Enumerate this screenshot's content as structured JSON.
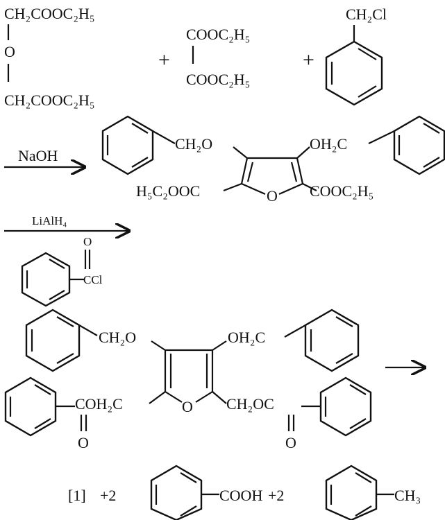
{
  "reactants": {
    "diester_top": "CH₂COOC₂H₅",
    "diester_o": "O",
    "diester_bottom": "CH₂COOC₂H₅",
    "plus1": "+",
    "oxalate_top": "COOC₂H₅",
    "oxalate_bottom": "COOC₂H₅",
    "plus2": "+",
    "benzyl_chloride": "CH₂Cl"
  },
  "step1": {
    "reagent": "NaOH",
    "product": {
      "left_sub": "CH₂O",
      "right_sub": "OH₂C",
      "left_ester": "H₅C₂OOC",
      "right_ester": "COOC₂H₅",
      "ring_o": "O"
    }
  },
  "step2": {
    "reagent_top": "LiAlH₄",
    "acyl_o": "O",
    "acyl_label": "CCl"
  },
  "step2_product": {
    "left_sub": "CH₂O",
    "right_sub": "OH₂C",
    "left_ester": "COH₂C",
    "right_ester": "CH₂OC",
    "ring_o": "O",
    "carbonyl_left_o": "O",
    "carbonyl_right_o": "O"
  },
  "final": {
    "arrow": "→",
    "bracket": "[1]",
    "plus_2a": "+2",
    "benzoic": "COOH",
    "plus_2b": "+2",
    "toluene": "CH₃"
  }
}
